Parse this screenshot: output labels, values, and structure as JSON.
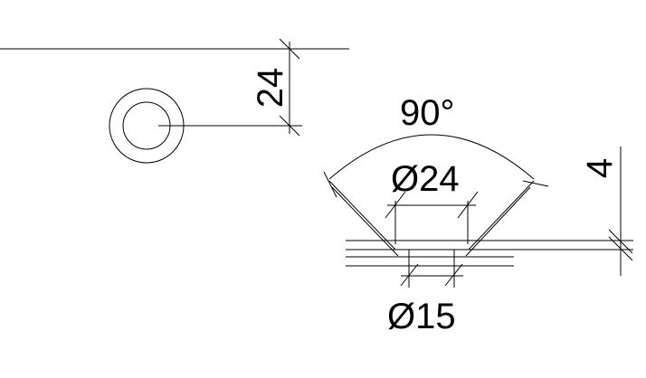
{
  "dimensions": {
    "offset": "24",
    "angle": "90°",
    "countersink_diameter": "Ø24",
    "thickness": "4",
    "hole_diameter": "Ø15"
  }
}
